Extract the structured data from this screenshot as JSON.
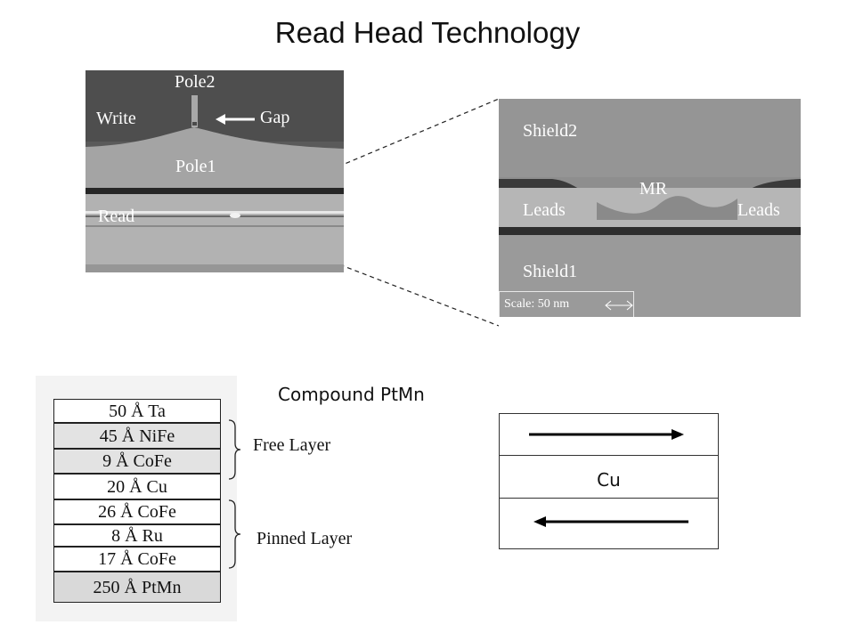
{
  "title": "Read Head Technology",
  "micrograph_left": {
    "labels": {
      "pole2": "Pole2",
      "write": "Write",
      "gap": "Gap",
      "pole1": "Pole1",
      "read": "Read"
    }
  },
  "micrograph_right": {
    "labels": {
      "shield2": "Shield2",
      "mr": "MR",
      "leads_left": "Leads",
      "leads_right": "Leads",
      "shield1": "Shield1",
      "scale": "Scale:  50 nm"
    }
  },
  "stack": {
    "layers": [
      {
        "label": "50 Å Ta",
        "fill": "#ffffff"
      },
      {
        "label": "45 Å NiFe",
        "fill": "#e3e3e3"
      },
      {
        "label": "9 Å CoFe",
        "fill": "#e3e3e3"
      },
      {
        "label": "20 Å Cu",
        "fill": "#ffffff"
      },
      {
        "label": "26 Å CoFe",
        "fill": "#ffffff"
      },
      {
        "label": "8 Å Ru",
        "fill": "#ffffff"
      },
      {
        "label": "17 Å CoFe",
        "fill": "#ffffff"
      },
      {
        "label": "250 Å PtMn",
        "fill": "#d9d9d9"
      }
    ],
    "groups": {
      "free": "Free Layer",
      "pinned": "Pinned Layer"
    }
  },
  "compound_title": "Compound PtMn",
  "cu_diagram": {
    "middle_label": "Cu",
    "top_arrow_direction": "right",
    "bottom_arrow_direction": "left"
  }
}
